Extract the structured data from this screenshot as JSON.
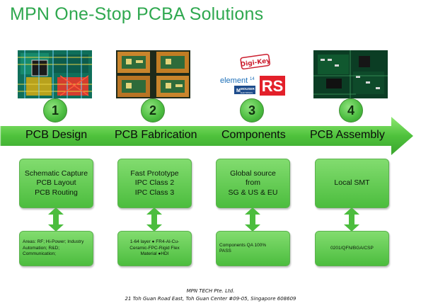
{
  "title": "MPN One-Stop PCBA Solutions",
  "colors": {
    "title": "#2fa84f",
    "accent_green": "#4cbd3e",
    "digikey_red": "#cc1f2f",
    "rs_red": "#e3202a"
  },
  "steps": [
    {
      "number": "1",
      "label": "PCB Design",
      "image": "pcb-design-photo",
      "upper_lines": [
        "Schematic Capture",
        "PCB Layout",
        "PCB Routing"
      ],
      "lower_lines": [
        "Areas: RF; Hi-Power; Industry",
        "Automation; R&D;",
        "Communication;"
      ]
    },
    {
      "number": "2",
      "label": "PCB Fabrication",
      "image": "flex-pcb-photo",
      "upper_lines": [
        "Fast Prototype",
        "IPC Class 2",
        "IPC Class 3"
      ],
      "lower_lines": [
        "1-64 layer ● FR4-Al-Cu-",
        "Ceramic-FPC-Rigid Flex",
        "Material ●HDI"
      ]
    },
    {
      "number": "3",
      "label": "Components",
      "image": "distributor-logos",
      "logos": {
        "digikey": "Digi-Key",
        "element14": "element",
        "element14_sup": "14",
        "mouser_m": "M",
        "mouser": "MOUSER",
        "mouser_sub": "ELECTRONICS",
        "rs": "RS"
      },
      "upper_lines": [
        "Global source",
        "from",
        "SG & US & EU"
      ],
      "lower_lines": [
        "Components QA 100%",
        "PASS"
      ]
    },
    {
      "number": "4",
      "label": "PCB Assembly",
      "image": "pcb-assembly-photo",
      "upper_lines": [
        "Local SMT"
      ],
      "lower_lines": [
        "0201/QFN/BGA/CSP"
      ]
    }
  ],
  "footer": {
    "company": "MPN TECH  Pte. Ltd.",
    "address": "21 Toh Guan Road East, Toh Guan Center #09-05, Singapore 608609"
  }
}
